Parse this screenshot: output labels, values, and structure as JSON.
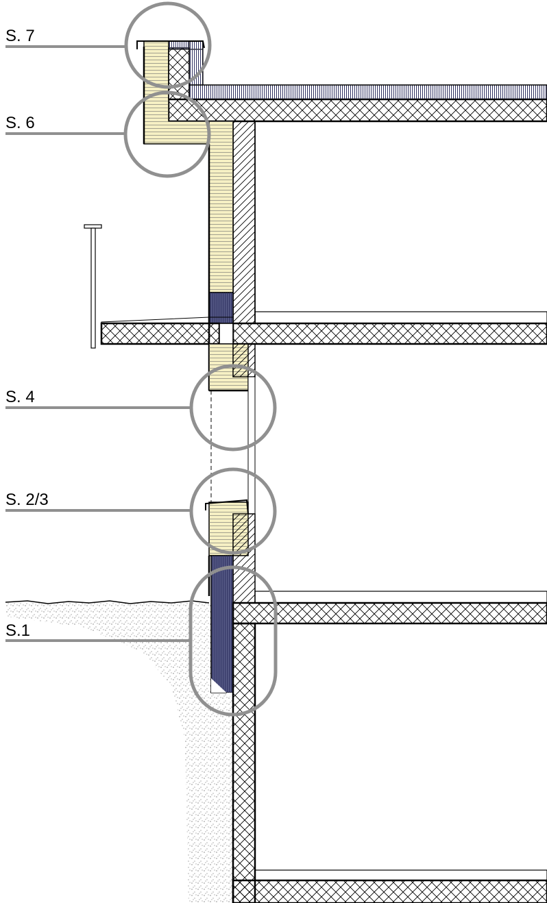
{
  "labels": {
    "s7": "S. 7",
    "s6": "S. 6",
    "s4": "S. 4",
    "s23": "S. 2/3",
    "s1": "S.1"
  },
  "colors": {
    "insulation": "#f6f0c4",
    "waterproofing": "#565a86",
    "callout": "#909090",
    "line": "#000000"
  }
}
